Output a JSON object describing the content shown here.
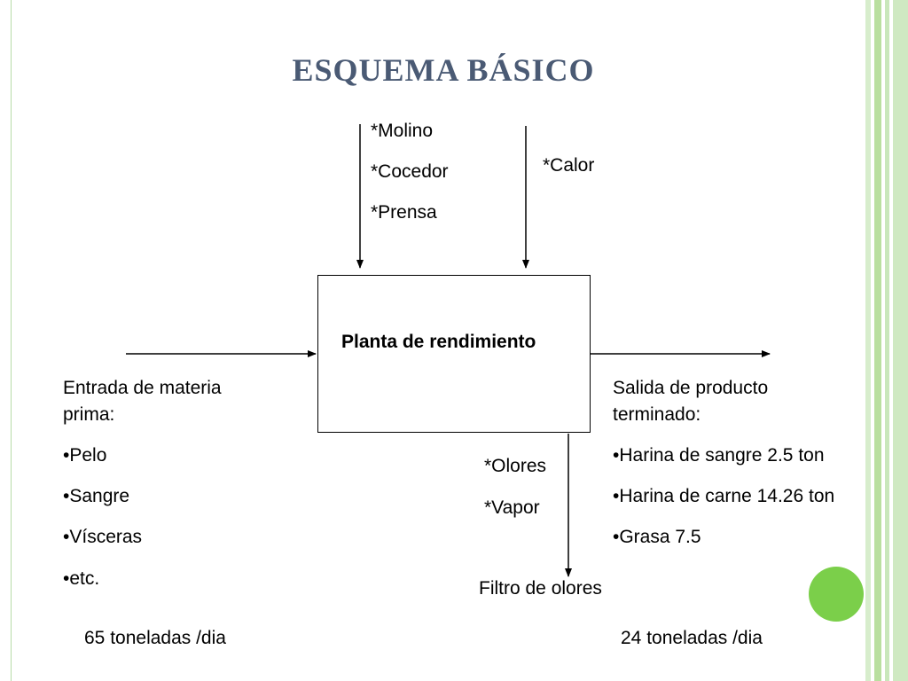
{
  "title": "ESQUEMA BÁSICO",
  "process_box": {
    "label": "Planta de rendimiento"
  },
  "inputs_top": {
    "equipment": [
      "*Molino",
      "*Cocedor",
      "*Prensa"
    ],
    "energy": "*Calor"
  },
  "input": {
    "heading_line1": "Entrada de materia",
    "heading_line2": "prima:",
    "items": [
      "•Pelo",
      "•Sangre",
      "•Vísceras",
      "•etc."
    ],
    "quantity": "65 toneladas /dia"
  },
  "output": {
    "heading_line1": "Salida de producto",
    "heading_line2": "terminado:",
    "items": [
      "•Harina de sangre 2.5 ton",
      "•Harina de carne 14.26 ton",
      "•Grasa 7.5"
    ],
    "quantity": "24 toneladas /dia"
  },
  "emissions": {
    "items": [
      "*Olores",
      "*Vapor"
    ],
    "destination": "Filtro de olores"
  },
  "colors": {
    "title": "#4a5a74",
    "accent_green": "#7bcf4a",
    "stripe_light": "#c9e7bb",
    "stripe_mid": "#a9d98f"
  }
}
